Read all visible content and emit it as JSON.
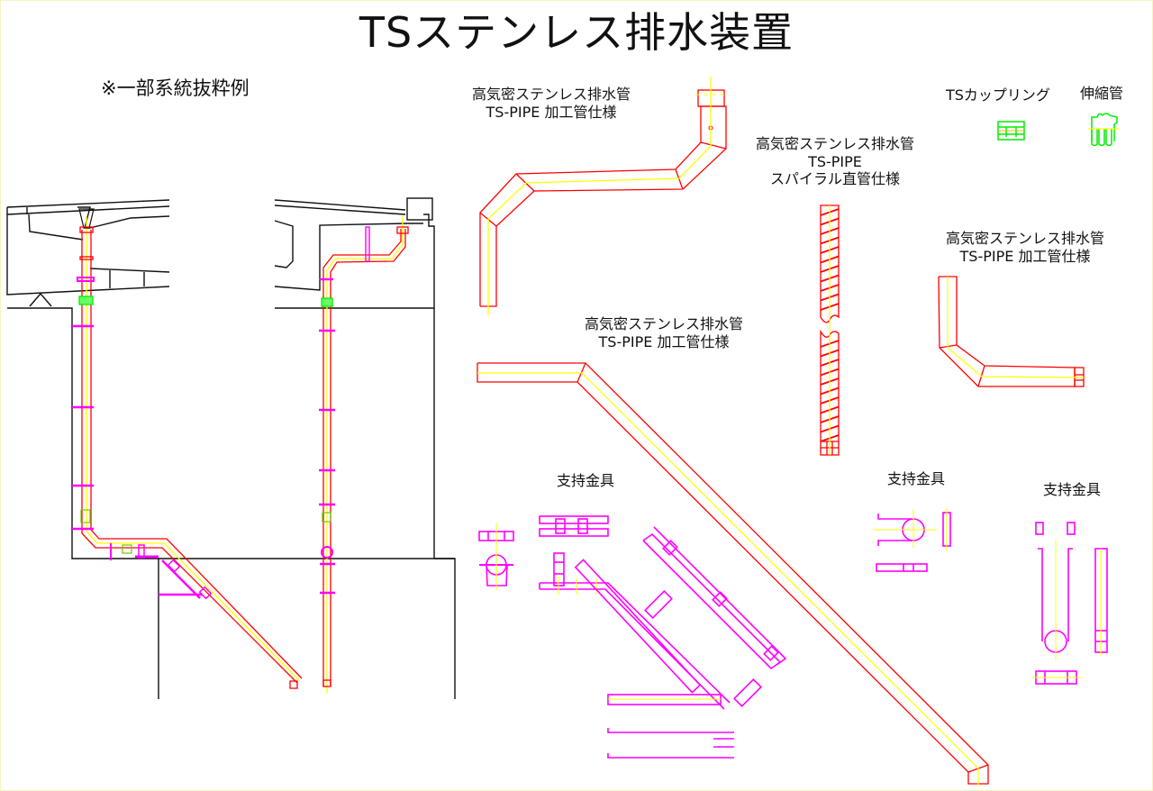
{
  "title": "TSステンレス排水装置",
  "subtitle": "※一部系統抜粋例",
  "labels": {
    "pipe_a_line1": "高気密ステンレス排水管",
    "pipe_a_line2": "TS-PIPE 加工管仕様",
    "pipe_spiral_line1": "高気密ステンレス排水管",
    "pipe_spiral_line2": "TS-PIPE",
    "pipe_spiral_line3": "スパイラル直管仕様",
    "pipe_b_line1": "高気密ステンレス排水管",
    "pipe_b_line2": "TS-PIPE 加工管仕様",
    "pipe_c_line1": "高気密ステンレス排水管",
    "pipe_c_line2": "TS-PIPE 加工管仕様",
    "coupling": "TSカップリング",
    "expansion": "伸縮管",
    "bracket_1": "支持金具",
    "bracket_2": "支持金具",
    "bracket_3": "支持金具"
  },
  "colors": {
    "pipe": "#ff0000",
    "centerline": "#ffff00",
    "bracket": "#ff00ff",
    "coupling": "#00ee00",
    "structure": "#111111",
    "border": "#f4f4c0"
  }
}
